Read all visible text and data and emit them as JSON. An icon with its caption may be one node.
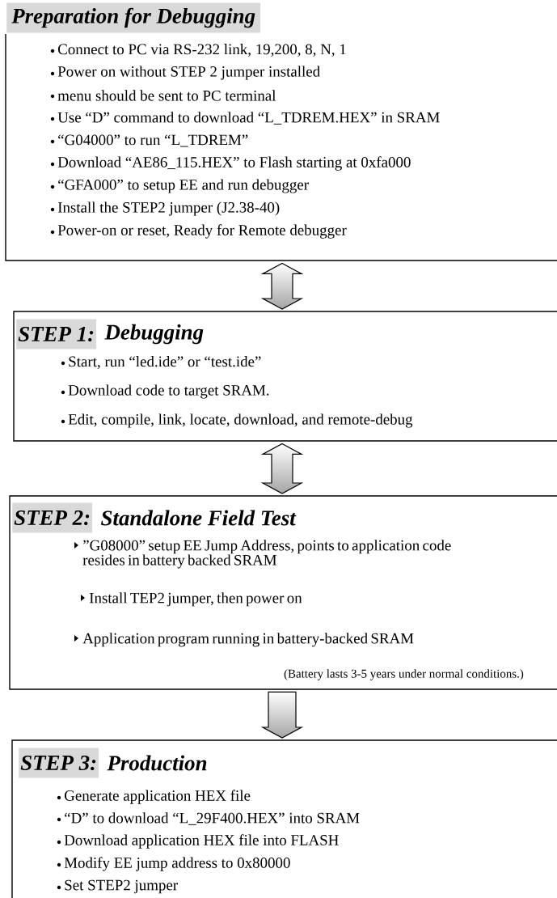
{
  "diagram": {
    "nodes": [
      {
        "text": [
          "Preparation for Debugging",
          "Connect to PC via RS-232 link, 19,200, 8, N, 1",
          "Power on without STEP 2 jumper installed",
          "menu should be sent to PC terminal",
          "Use “D” command to download “L_TDREM.HEX” in SRAM",
          "“G04000” to run “L_TDREM”",
          "Download “AE86_115.HEX” to Flash starting at 0xfa000",
          "“GFA000”  to setup EE and run debugger",
          "Install the STEP2 jumper (J2.38-40)",
          "Power-on or reset, Ready for Remote debugger"
        ]
      },
      {
        "text": [
          "STEP 1:",
          "Debugging",
          "Start, run “led.ide” or “test.ide”",
          "Download code to target SRAM.",
          "Edit, compile, link, locate, download, and remote-debug"
        ]
      },
      {
        "text": [
          "STEP 2:",
          "Standalone Field Test",
          "”G08000” setup EE Jump Address, points to application code resides in battery backed SRAM",
          "Install TEP2 jumper, then power on",
          "Application program running in battery-backed SRAM",
          "(Battery lasts 3-5 years under normal conditions.)"
        ]
      },
      {
        "text": [
          "STEP 3:",
          "Production",
          "Generate application HEX file",
          "“D” to download “L_29F400.HEX” into SRAM",
          "Download application HEX file into FLASH",
          "Modify EE jump address to 0x80000",
          "Set STEP2 jumper"
        ]
      }
    ],
    "edges": [
      {
        "from": 0,
        "to": 1,
        "arrow": "both"
      },
      {
        "from": 1,
        "to": 2,
        "arrow": "both"
      },
      {
        "from": 2,
        "to": 3,
        "arrow": "to"
      }
    ]
  }
}
